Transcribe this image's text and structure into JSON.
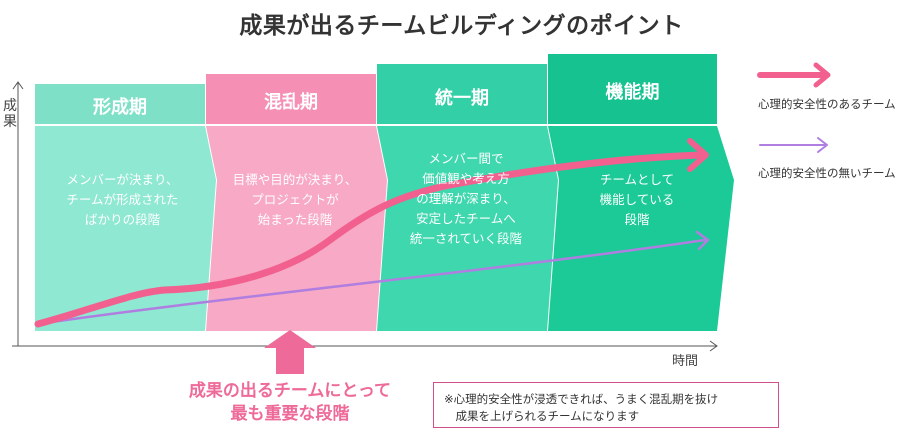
{
  "title": "成果が出るチームビルディングのポイント",
  "axes": {
    "y_label": "成\n果",
    "x_label": "時間"
  },
  "phases": [
    {
      "name": "形成期",
      "description": "メンバーが決まり、\nチームが形成された\nばかりの段階",
      "head_color": "#7fe0c8",
      "body_color": "#8ee8d2"
    },
    {
      "name": "混乱期",
      "description": "目標や目的が決まり、\nプロジェクトが\n始まった段階",
      "head_color": "#f58fb3",
      "body_color": "#f7a9c5"
    },
    {
      "name": "統一期",
      "description": "メンバー間で\n価値観や考え方\nの理解が深まり、\n安定したチームへ\n統一されていく段階",
      "head_color": "#33cfa6",
      "body_color": "#3fd7ae"
    },
    {
      "name": "機能期",
      "description": "チームとして\n機能している\n段階",
      "head_color": "#15c290",
      "body_color": "#1bca97"
    }
  ],
  "legend": [
    {
      "label": "心理的安全性のあるチーム",
      "color": "#f2608f"
    },
    {
      "label": "心理的安全性の無いチーム",
      "color": "#b07ee0"
    }
  ],
  "callout": {
    "text": "成果の出るチームにとって\n最も重要な段階",
    "color": "#ee6a98"
  },
  "note": "※心理的安全性が浸透できれば、うまく混乱期を抜け\n　成果を上げられるチームになります"
}
